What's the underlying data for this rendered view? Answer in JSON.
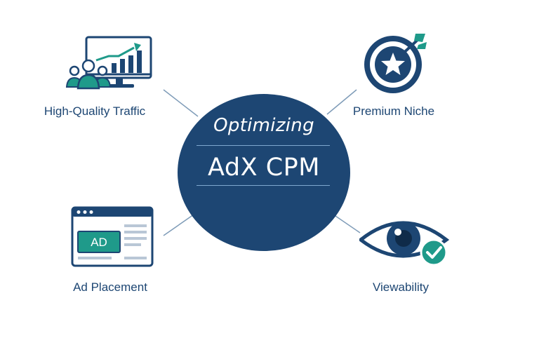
{
  "hub": {
    "subtitle": "Optimizing",
    "title": "AdX CPM"
  },
  "factors": {
    "traffic": {
      "label": "High-Quality Traffic",
      "icon": "audience-analytics-icon"
    },
    "niche": {
      "label": "Premium Niche",
      "icon": "target-star-icon"
    },
    "placement": {
      "label": "Ad Placement",
      "icon": "webpage-ad-icon",
      "ad_badge": "AD"
    },
    "viewability": {
      "label": "Viewability",
      "icon": "eye-check-icon"
    }
  },
  "colors": {
    "navy": "#1d4673",
    "teal": "#1f9a8a",
    "connector": "#7f9cb8"
  }
}
